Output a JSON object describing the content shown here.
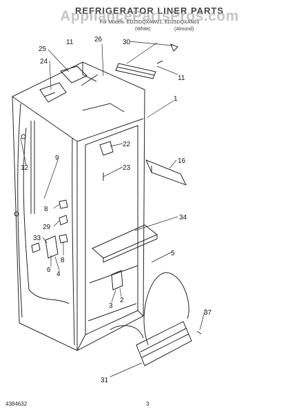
{
  "header": {
    "title": "REFRIGERATOR LINER PARTS",
    "watermark": "AppliancePartsPros.com",
    "models": "For Models: ED25DQXAW01, ED25DQXAN01",
    "variant_white": "(White)",
    "variant_almond": "(Almond)"
  },
  "callouts": [
    "30",
    "26",
    "11",
    "25",
    "24",
    "11",
    "1",
    "9",
    "12",
    "22",
    "23",
    "16",
    "8",
    "29",
    "34",
    "33",
    "8",
    "6",
    "4",
    "5",
    "3",
    "2",
    "37",
    "31"
  ],
  "footer": {
    "doc_number": "4384632",
    "page_number": "3"
  }
}
